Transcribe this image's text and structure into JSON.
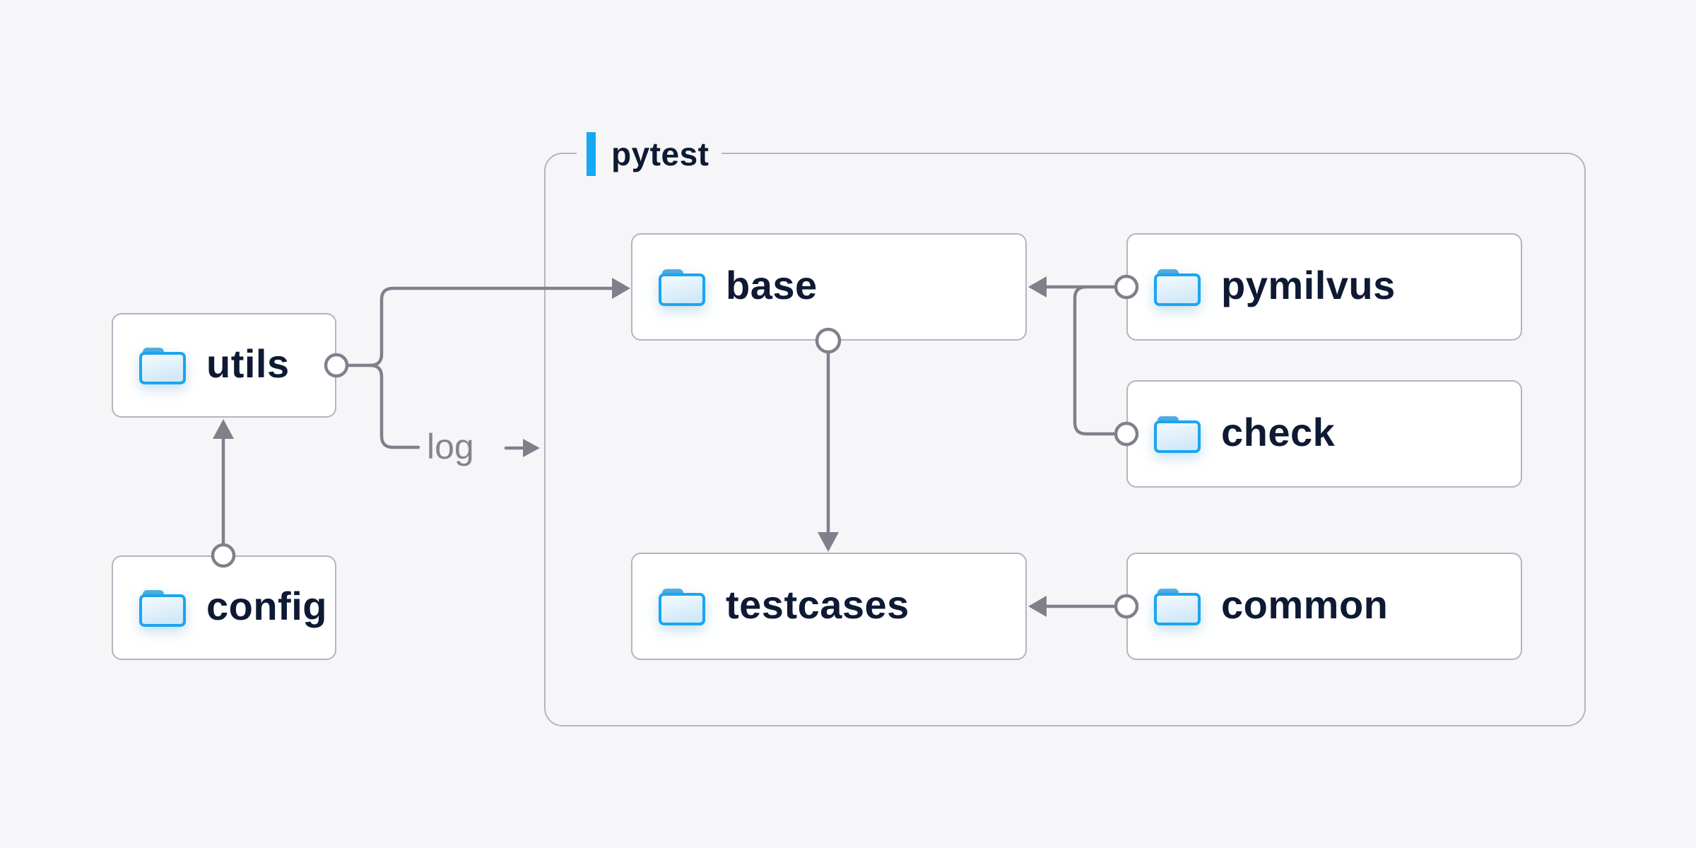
{
  "diagram": {
    "container": {
      "label": "pytest"
    },
    "nodes": {
      "utils": {
        "label": "utils",
        "icon": "folder-icon"
      },
      "config": {
        "label": "config",
        "icon": "folder-icon"
      },
      "base": {
        "label": "base",
        "icon": "folder-icon"
      },
      "pymilvus": {
        "label": "pymilvus",
        "icon": "folder-icon"
      },
      "check": {
        "label": "check",
        "icon": "folder-icon"
      },
      "testcases": {
        "label": "testcases",
        "icon": "folder-icon"
      },
      "common": {
        "label": "common",
        "icon": "folder-icon"
      }
    },
    "edges": {
      "config_to_utils": {
        "from": "config",
        "to": "utils",
        "label": ""
      },
      "utils_to_base": {
        "from": "utils",
        "to": "base",
        "label": ""
      },
      "utils_to_log": {
        "from": "utils",
        "to": "pytest",
        "label": "log"
      },
      "pymilvus_to_base": {
        "from": "pymilvus",
        "to": "base",
        "label": ""
      },
      "check_to_base": {
        "from": "check",
        "to": "base",
        "label": ""
      },
      "base_to_testcases": {
        "from": "base",
        "to": "testcases",
        "label": ""
      },
      "common_to_testcases": {
        "from": "common",
        "to": "testcases",
        "label": ""
      }
    },
    "colors": {
      "background": "#f6f6f8",
      "node_fill": "#ffffff",
      "border_gray": "#b4b4c0",
      "line_gray": "#80808c",
      "text_navy": "#0e1a33",
      "label_gray": "#84848e",
      "accent_blue": "#15a8f3",
      "folder_blue": "#1ba5f0"
    }
  }
}
